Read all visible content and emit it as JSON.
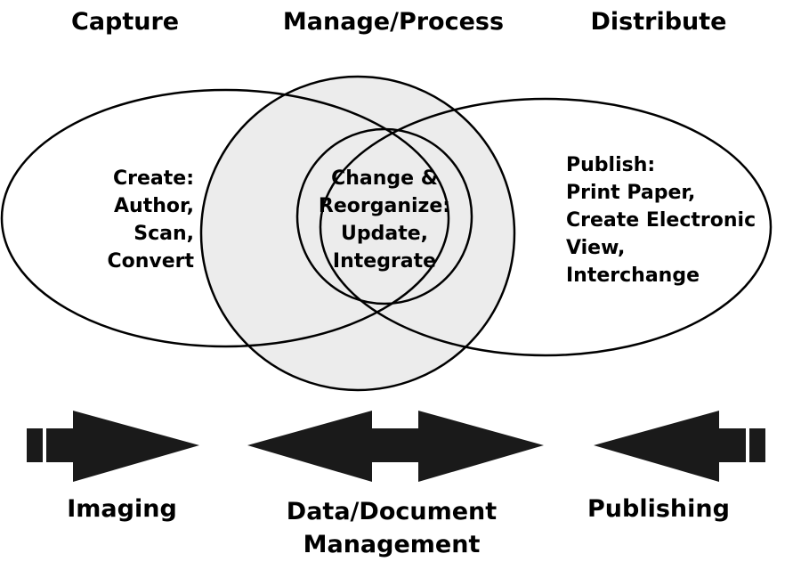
{
  "headers": {
    "capture": "Capture",
    "manage": "Manage/Process",
    "distribute": "Distribute"
  },
  "circles": {
    "left": {
      "title": "Create:",
      "lines": [
        "Author,",
        "Scan,",
        "Convert"
      ]
    },
    "center": {
      "lines": [
        "Change &",
        "Reorganize:",
        "Update,",
        "Integrate"
      ]
    },
    "right": {
      "title": "Publish:",
      "lines": [
        "Print Paper,",
        "Create Electronic",
        "View,",
        "Interchange"
      ]
    }
  },
  "arrows": {
    "labels": {
      "left": "Imaging",
      "center_line1": "Data/Document",
      "center_line2": "Management",
      "right": "Publishing"
    }
  },
  "colors": {
    "center_fill": "#ececec",
    "stroke": "#000000",
    "arrow_fill": "#1a1a1a"
  }
}
